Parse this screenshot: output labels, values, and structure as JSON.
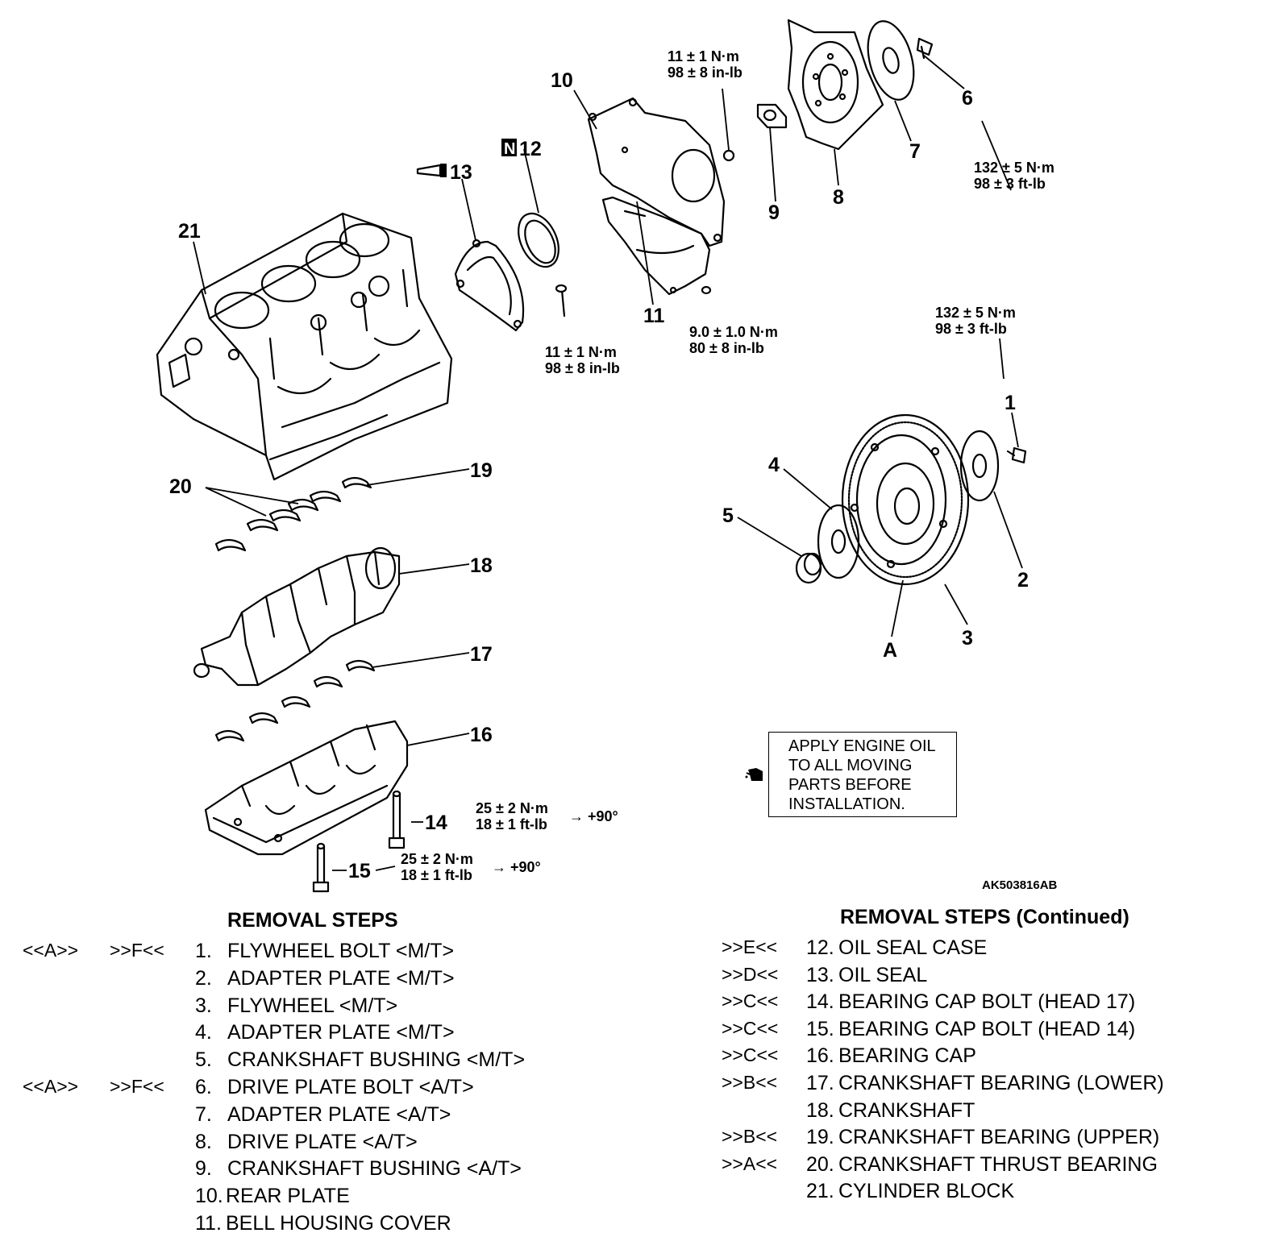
{
  "diagram": {
    "part_labels": {
      "p1": "1",
      "p2": "2",
      "p3": "3",
      "p4": "4",
      "p5": "5",
      "p6": "6",
      "p7": "7",
      "p8": "8",
      "p9": "9",
      "p10": "10",
      "p11": "11",
      "p12": "12",
      "p12_prefix": "N",
      "p13": "13",
      "p14": "14",
      "p15": "15",
      "p16": "16",
      "p17": "17",
      "p18": "18",
      "p19": "19",
      "p20": "20",
      "p21": "21",
      "pA": "A"
    },
    "torque": {
      "t_rear_plate_bolt": [
        "11 ± 1 N·m",
        "98 ± 8 in-lb"
      ],
      "t_drive_plate_bolt": [
        "132 ± 5 N·m",
        "98 ± 3 ft-lb"
      ],
      "t_oil_seal_case_bolt": [
        "11 ± 1 N·m",
        "98 ± 8 in-lb"
      ],
      "t_bell_cover_bolt": [
        "9.0 ± 1.0 N·m",
        "80 ± 8 in-lb"
      ],
      "t_flywheel_bolt": [
        "132 ± 5 N·m",
        "98 ± 3 ft-lb"
      ],
      "t_cap_bolt_14": [
        "25 ± 2 N·m",
        "18 ± 1 ft-lb",
        "→ +90°"
      ],
      "t_cap_bolt_15": [
        "25 ± 2 N·m",
        "18 ± 1 ft-lb",
        "→ +90°"
      ]
    },
    "note": [
      "APPLY ENGINE OIL",
      "TO ALL MOVING",
      "PARTS BEFORE",
      "INSTALLATION."
    ],
    "figure_code": "AK503816AB"
  },
  "removal_steps": {
    "title": "REMOVAL STEPS",
    "steps": [
      {
        "num": "1.",
        "text": "FLYWHEEL BOLT <M/T>",
        "mark_left": "<<A>>",
        "mark_right": ">>F<<"
      },
      {
        "num": "2.",
        "text": "ADAPTER PLATE <M/T>",
        "mark_left": "",
        "mark_right": ""
      },
      {
        "num": "3.",
        "text": "FLYWHEEL <M/T>",
        "mark_left": "",
        "mark_right": ""
      },
      {
        "num": "4.",
        "text": "ADAPTER PLATE <M/T>",
        "mark_left": "",
        "mark_right": ""
      },
      {
        "num": "5.",
        "text": "CRANKSHAFT BUSHING <M/T>",
        "mark_left": "",
        "mark_right": ""
      },
      {
        "num": "6.",
        "text": "DRIVE PLATE BOLT <A/T>",
        "mark_left": "<<A>>",
        "mark_right": ">>F<<"
      },
      {
        "num": "7.",
        "text": "ADAPTER PLATE <A/T>",
        "mark_left": "",
        "mark_right": ""
      },
      {
        "num": "8.",
        "text": "DRIVE PLATE <A/T>",
        "mark_left": "",
        "mark_right": ""
      },
      {
        "num": "9.",
        "text": "CRANKSHAFT BUSHING <A/T>",
        "mark_left": "",
        "mark_right": ""
      },
      {
        "num": "10.",
        "text": "REAR PLATE",
        "mark_left": "",
        "mark_right": ""
      },
      {
        "num": "11.",
        "text": "BELL HOUSING COVER",
        "mark_left": "",
        "mark_right": ""
      }
    ]
  },
  "removal_steps_continued": {
    "title": "REMOVAL STEPS (Continued)",
    "steps": [
      {
        "num": "12.",
        "text": "OIL SEAL CASE",
        "mark": ">>E<<"
      },
      {
        "num": "13.",
        "text": "OIL SEAL",
        "mark": ">>D<<"
      },
      {
        "num": "14.",
        "text": "BEARING CAP BOLT (HEAD 17)",
        "mark": ">>C<<"
      },
      {
        "num": "15.",
        "text": "BEARING CAP BOLT (HEAD 14)",
        "mark": ">>C<<"
      },
      {
        "num": "16.",
        "text": "BEARING CAP",
        "mark": ">>C<<"
      },
      {
        "num": "17.",
        "text": "CRANKSHAFT BEARING (LOWER)",
        "mark": ">>B<<"
      },
      {
        "num": "18.",
        "text": "CRANKSHAFT",
        "mark": ""
      },
      {
        "num": "19.",
        "text": "CRANKSHAFT BEARING (UPPER)",
        "mark": ">>B<<"
      },
      {
        "num": "20.",
        "text": "CRANKSHAFT THRUST BEARING",
        "mark": ">>A<<"
      },
      {
        "num": "21.",
        "text": "CYLINDER BLOCK",
        "mark": ""
      }
    ]
  }
}
